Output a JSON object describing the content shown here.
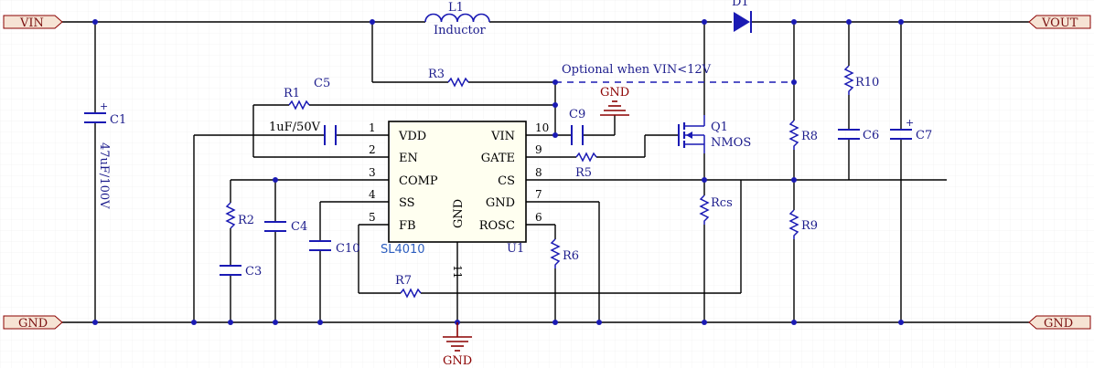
{
  "ports": {
    "vin": "VIN",
    "vout": "VOUT",
    "gnd_left": "GND",
    "gnd_right": "GND"
  },
  "ground_symbols": {
    "top": "GND",
    "bottom": "GND"
  },
  "ic": {
    "ref": "U1",
    "part": "SL4010",
    "gnd_label": "GND",
    "pins_left": [
      {
        "num": "1",
        "name": "VDD"
      },
      {
        "num": "2",
        "name": "EN"
      },
      {
        "num": "3",
        "name": "COMP"
      },
      {
        "num": "4",
        "name": "SS"
      },
      {
        "num": "5",
        "name": "FB"
      }
    ],
    "pins_right": [
      {
        "num": "10",
        "name": "VIN"
      },
      {
        "num": "9",
        "name": "GATE"
      },
      {
        "num": "8",
        "name": "CS"
      },
      {
        "num": "7",
        "name": "GND"
      },
      {
        "num": "6",
        "name": "ROSC"
      }
    ],
    "pin_bottom": "11"
  },
  "components": {
    "l1": "L1",
    "l1_value": "Inductor",
    "d1": "D1",
    "r1": "R1",
    "r2": "R2",
    "r3": "R3",
    "r5": "R5",
    "r6": "R6",
    "r7": "R7",
    "r8": "R8",
    "r9": "R9",
    "r10": "R10",
    "rcs": "Rcs",
    "c1": "C1",
    "c1_value": "47uF/100V",
    "c3": "C3",
    "c4": "C4",
    "c5": "C5",
    "c5_value": "1uF/50V",
    "c6": "C6",
    "c7": "C7",
    "c9": "C9",
    "c10": "C10",
    "q1": "Q1",
    "q1_type": "NMOS"
  },
  "annotations": {
    "optional": "Optional when VIN<12V"
  },
  "colors": {
    "wire": "#000000",
    "component": "#1a1ab4",
    "port_fill": "#f6e3d4",
    "port_stroke": "#8b0000",
    "ground": "#8b0000",
    "grid": "#e6e6e6"
  }
}
